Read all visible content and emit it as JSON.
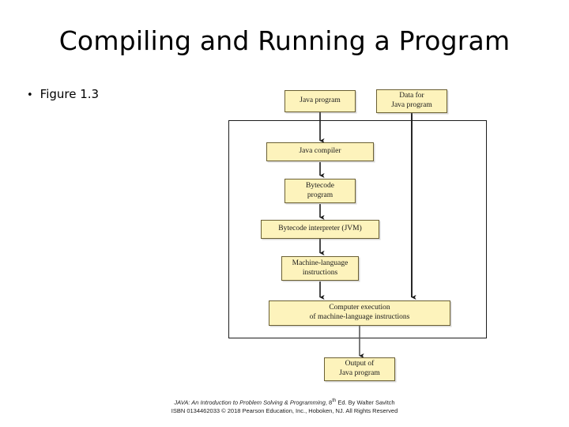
{
  "slide": {
    "title": "Compiling and Running a Program",
    "bullet_marker": "•",
    "bullet_text": "Figure 1.3"
  },
  "figure": {
    "boxes": {
      "java_program": "Java program",
      "data_for_line1": "Data for",
      "data_for_line2": "Java program",
      "java_compiler": "Java compiler",
      "bytecode_line1": "Bytecode",
      "bytecode_line2": "program",
      "interpreter": "Bytecode interpreter (JVM)",
      "machine_line1": "Machine-language",
      "machine_line2": "instructions",
      "execution_line1": "Computer execution",
      "execution_line2": "of machine-language instructions",
      "output_line1": "Output of",
      "output_line2": "Java program"
    },
    "colors": {
      "box_fill": "#fdf3bc",
      "box_border": "#6b6033",
      "arrow": "#1d1d1d",
      "frame": "#1d1d1d"
    }
  },
  "credit": {
    "line1_pre": "JAVA: An Introduction to Problem Solving & Programming",
    "line1_sep": ", 8",
    "line1_sup": "th",
    "line1_post": " Ed. By Walter Savitch",
    "line2": "ISBN 0134462033  © 2018 Pearson Education, Inc., Hoboken, NJ. All Rights Reserved"
  }
}
